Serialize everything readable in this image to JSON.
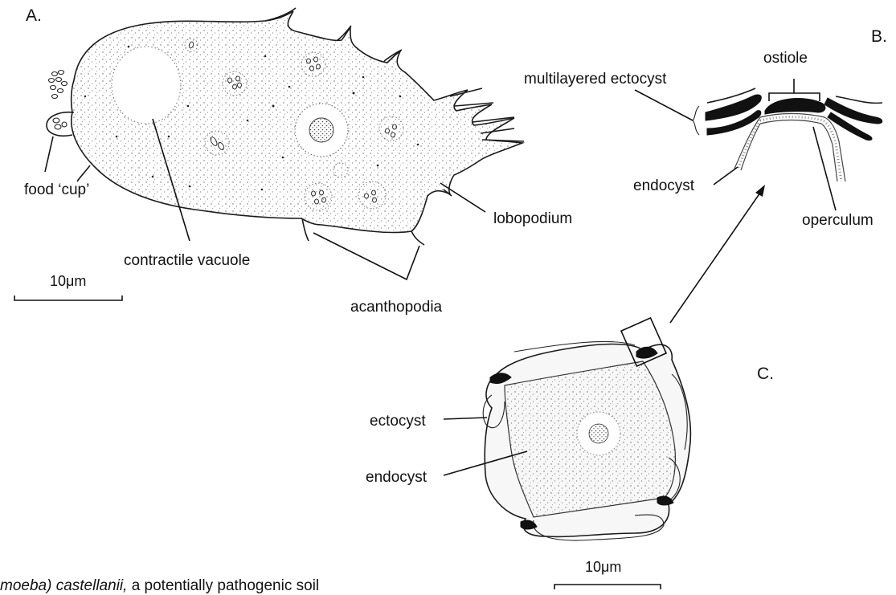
{
  "panels": {
    "a": "A.",
    "b": "B.",
    "c": "C."
  },
  "labels": {
    "food_cup": "food ‘cup’",
    "contractile_vacuole": "contractile vacuole",
    "lobopodium": "lobopodium",
    "acanthopodia": "acanthopodia",
    "multilayered_ectocyst": "multilayered ectocyst",
    "ostiole": "ostiole",
    "endocyst_b": "endocyst",
    "operculum": "operculum",
    "ectocyst_c": "ectocyst",
    "endocyst_c": "endocyst"
  },
  "scale_bars": {
    "a": "10μm",
    "c": "10μm"
  },
  "caption": {
    "italic_part": "moeba) castellanii,",
    "rest": " a potentially pathogenic soil"
  }
}
